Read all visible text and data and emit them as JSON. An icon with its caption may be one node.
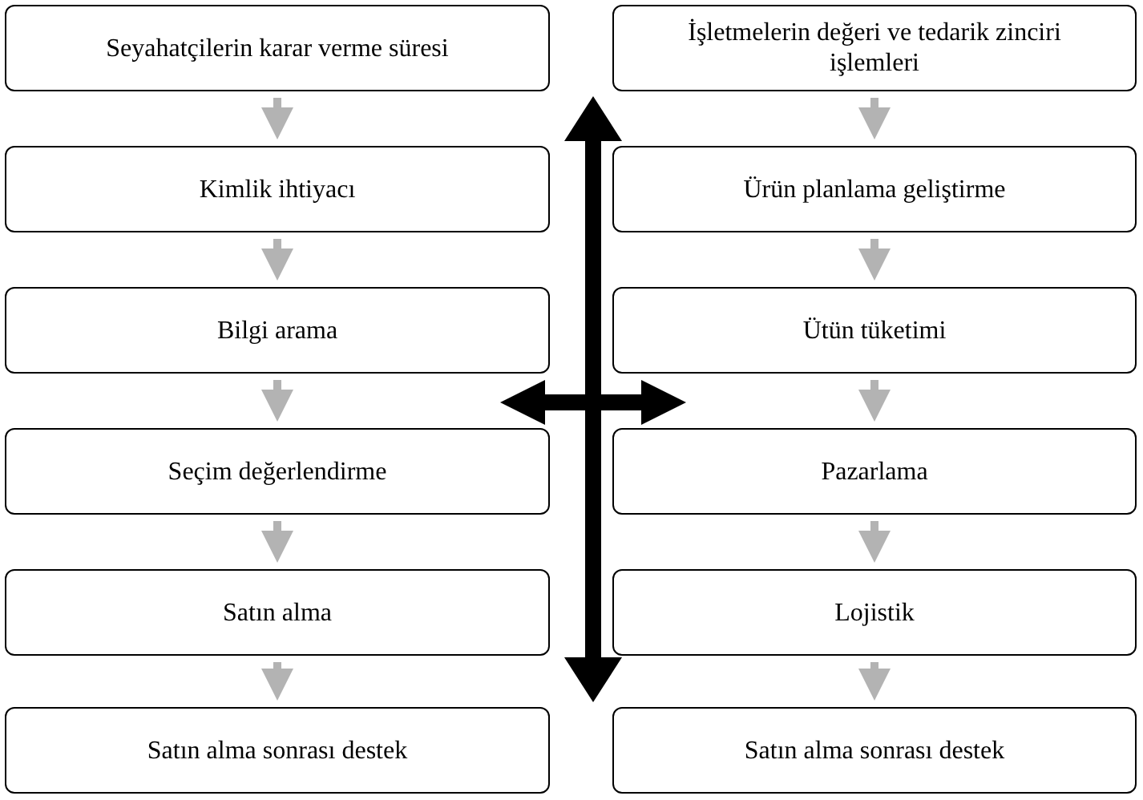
{
  "diagram": {
    "nodes": [
      {
        "text": [
          "Seyahatçilerin karar verme süresi"
        ]
      },
      {
        "text": [
          "Kimlik ihtiyacı"
        ]
      },
      {
        "text": [
          "Bilgi arama"
        ]
      },
      {
        "text": [
          "Seçim değerlendirme"
        ]
      },
      {
        "text": [
          "Satın alma"
        ]
      },
      {
        "text": [
          "Satın alma sonrası destek"
        ]
      },
      {
        "text": [
          "İşletmelerin değeri ve tedarik zinciri işlemleri"
        ]
      },
      {
        "text": [
          "Ürün planlama geliştirme"
        ]
      },
      {
        "text": [
          "Ütün tüketimi"
        ]
      },
      {
        "text": [
          "Pazarlama"
        ]
      },
      {
        "text": [
          "Lojistik"
        ]
      },
      {
        "text": [
          "Satın alma sonrası destek"
        ]
      }
    ],
    "edges": [
      {
        "from": 0,
        "to": 1,
        "arrow": "to",
        "color": "#b3b3b3"
      },
      {
        "from": 1,
        "to": 2,
        "arrow": "to",
        "color": "#b3b3b3"
      },
      {
        "from": 2,
        "to": 3,
        "arrow": "to",
        "color": "#b3b3b3"
      },
      {
        "from": 3,
        "to": 4,
        "arrow": "to",
        "color": "#b3b3b3"
      },
      {
        "from": 4,
        "to": 5,
        "arrow": "to",
        "color": "#b3b3b3"
      },
      {
        "from": 6,
        "to": 7,
        "arrow": "to",
        "color": "#b3b3b3"
      },
      {
        "from": 7,
        "to": 8,
        "arrow": "to",
        "color": "#b3b3b3"
      },
      {
        "from": 8,
        "to": 9,
        "arrow": "to",
        "color": "#b3b3b3"
      },
      {
        "from": 9,
        "to": 10,
        "arrow": "to",
        "color": "#b3b3b3"
      },
      {
        "from": 10,
        "to": 11,
        "arrow": "to",
        "color": "#b3b3b3"
      },
      {
        "from": 3,
        "to": 9,
        "arrow": "both",
        "style": "thick",
        "color": "#000000"
      }
    ]
  }
}
